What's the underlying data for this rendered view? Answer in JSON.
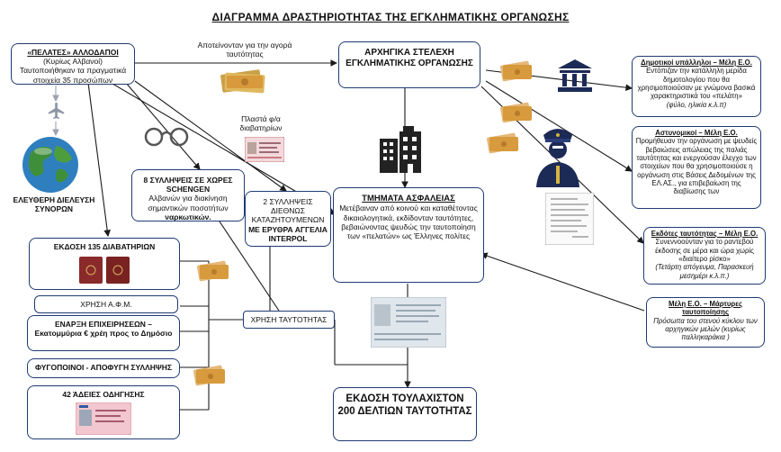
{
  "title": "ΔΙΑΓΡΑΜΜΑ ΔΡΑΣΤΗΡΙΟΤΗΤΑΣ ΤΗΣ ΕΓΚΛΗΜΑΤΙΚΗΣ ΟΡΓΑΝΩΣΗΣ",
  "clients": {
    "heading": "«ΠΕΛΑΤΕΣ» ΑΛΛΟΔΑΠΟΙ",
    "sub": "(Κυρίως Αλβανοί)",
    "text": "Ταυτοποιήθηκαν τα πραγματικά στοιχεία 35 προσώπων"
  },
  "edge_labels": {
    "bought": "Αποτείνονταν για την αγορά ταυτότητας",
    "fake_id": "Πλαστά φ/α διαβατηρίων",
    "free_movement": "ΕΛΕΥΘΕΡΗ ΔΙΕΛΕΥΣΗ ΣΥΝΟΡΩΝ"
  },
  "leaders": {
    "text": "ΑΡΧΗΓΙΚΑ ΣΤΕΛΕΧΗ ΕΓΚΛΗΜΑΤΙΚΗΣ ΟΡΓΑΝΩΣΗΣ"
  },
  "security": {
    "heading": "ΤΜΗΜΑΤΑ ΑΣΦΑΛΕΙΑΣ",
    "text": "Μετέβαιναν από κοινού και καταθέτοντας δικαιολογητικά, εκδίδονταν ταυτότητες, βεβαιώνοντας ψευδώς την ταυτοποίηση των «πελατών» ως Έλληνες πολίτες"
  },
  "arrests_schengen": {
    "heading": "8 ΣΥΛΛΗΨΕΙΣ ΣΕ ΧΩΡΕΣ SCHENGEN",
    "text": "Αλβανών για διακίνηση σημαντικών ποσοτήτων",
    "bold_tail": "ναρκωτικών."
  },
  "interpol": {
    "line1": "2 ΣΥΛΛΗΨΕΙΣ ΔΙΕΘΝΩΣ ΚΑΤΑΖΗΤΟΥΜΕΝΩΝ",
    "line2": "ΜΕ ΕΡΥΘΡΑ ΑΓΓΕΛΙΑ INTERPOL"
  },
  "passports": {
    "text": "ΕΚΔΟΣΗ 135 ΔΙΑΒΑΤΗΡΙΩΝ"
  },
  "afm": {
    "text": "ΧΡΗΣΗ Α.Φ.Μ."
  },
  "business": {
    "text": "ΕΝΑΡΞΗ ΕΠΙΧΕΙΡΗΣΕΩΝ – Εκατομμύρια € χρέη προς το Δημόσιο"
  },
  "fugitives": {
    "text": "ΦΥΓΟΠΟΙΝΟΙ - ΑΠΟΦΥΓΗ ΣΥΛΛΗΨΗΣ"
  },
  "licenses": {
    "text": "42 ΆΔΕΙΕΣ ΟΔΗΓΗΣΗΣ"
  },
  "id_use": {
    "text": "ΧΡΗΣΗ ΤΑΥΤΟΤΗΤΑΣ"
  },
  "result": {
    "text": "ΕΚΔΟΣΗ ΤΟΥΛΑΧΙΣΤΟΝ 200 ΔΕΛΤΙΩΝ ΤΑΥΤΟΤΗΤΑΣ"
  },
  "municipal": {
    "heading": "Δημοτικοί υπάλληλοι – Μέλη Ε.Ο.",
    "text": "Εντόπιζαν την κατάλληλη μερίδα δημοτολογίου που θα χρησιμοποιούσαν με γνώμονα βασικά χαρακτηριστικά του «πελάτη»",
    "tail": "(φύλο, ηλικία κ.λ.π)"
  },
  "police": {
    "heading": "Αστυνομικοί – Μέλη Ε.Ο.",
    "text": "Προμήθευαν την οργάνωση με ψευδείς βεβαιώσεις απώλειας της παλιάς ταυτότητας και ενεργούσαν έλεγχο των στοιχείων που θα χρησιμοποιούσε η οργάνωση στις Βάσεις Δεδομένων της ΕΛ.ΑΣ., για επιβεβαίωση της διαβίωσης των"
  },
  "issuers": {
    "heading": "Εκδότες ταυτότητας – Μέλη Ε.Ο.",
    "text": "Συνεννοούνταν για το ραντεβού έκδοσης σε μέρα και ώρα χωρίς «διαίτερο ρίσκο»",
    "tail": "(Τετάρτη απόγευμα, Παρασκευή μεσημέρι κ.λ.π.)"
  },
  "witnesses": {
    "heading": "Μέλη Ε.Ο. – Μάρτυρες ταυτοποίησης",
    "text": "Πρόσωπα του στενού κύκλου των αρχηγικών μελών (κυρίως παλληκαράκια )"
  },
  "colors": {
    "border": "#1f3b73",
    "globe": "#2f7fbf",
    "land": "#3f8f3a",
    "passport": "#8a2a2a",
    "money": "#d79a3c"
  }
}
